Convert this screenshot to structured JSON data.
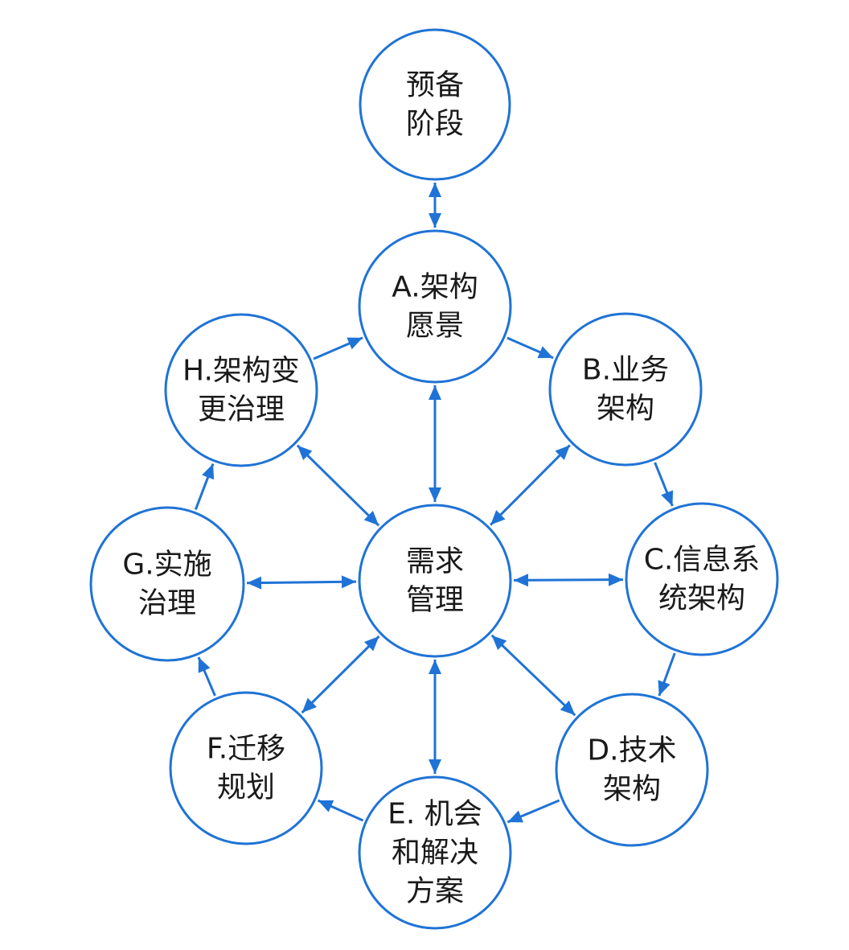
{
  "diagram": {
    "colors": {
      "node_stroke": "#1f73d6",
      "edge": "#1f73d6",
      "text": "#1a1a1a",
      "background": "#ffffff"
    },
    "nodes": [
      {
        "id": "prelim",
        "lines": [
          "预备",
          "阶段"
        ]
      },
      {
        "id": "A",
        "lines": [
          "A.架构",
          "愿景"
        ]
      },
      {
        "id": "B",
        "lines": [
          "B.业务",
          "架构"
        ]
      },
      {
        "id": "C",
        "lines": [
          "C.信息系",
          "统架构"
        ]
      },
      {
        "id": "D",
        "lines": [
          "D.技术",
          "架构"
        ]
      },
      {
        "id": "E",
        "lines": [
          "E. 机会",
          "和解决",
          "方案"
        ]
      },
      {
        "id": "F",
        "lines": [
          "F.迁移",
          "规划"
        ]
      },
      {
        "id": "G",
        "lines": [
          "G.实施",
          "治理"
        ]
      },
      {
        "id": "H",
        "lines": [
          "H.架构变",
          "更治理"
        ]
      },
      {
        "id": "RM",
        "lines": [
          "需求",
          "管理"
        ]
      }
    ],
    "edges": [
      {
        "from": "prelim",
        "to": "A",
        "direction": "both"
      },
      {
        "from": "A",
        "to": "B",
        "direction": "forward"
      },
      {
        "from": "B",
        "to": "C",
        "direction": "forward"
      },
      {
        "from": "C",
        "to": "D",
        "direction": "forward"
      },
      {
        "from": "D",
        "to": "E",
        "direction": "forward"
      },
      {
        "from": "E",
        "to": "F",
        "direction": "forward"
      },
      {
        "from": "F",
        "to": "G",
        "direction": "forward"
      },
      {
        "from": "G",
        "to": "H",
        "direction": "forward"
      },
      {
        "from": "H",
        "to": "A",
        "direction": "forward"
      },
      {
        "from": "RM",
        "to": "A",
        "direction": "both"
      },
      {
        "from": "RM",
        "to": "B",
        "direction": "both"
      },
      {
        "from": "RM",
        "to": "C",
        "direction": "both"
      },
      {
        "from": "RM",
        "to": "D",
        "direction": "both"
      },
      {
        "from": "RM",
        "to": "E",
        "direction": "both"
      },
      {
        "from": "RM",
        "to": "F",
        "direction": "both"
      },
      {
        "from": "RM",
        "to": "G",
        "direction": "both"
      },
      {
        "from": "RM",
        "to": "H",
        "direction": "both"
      }
    ]
  }
}
